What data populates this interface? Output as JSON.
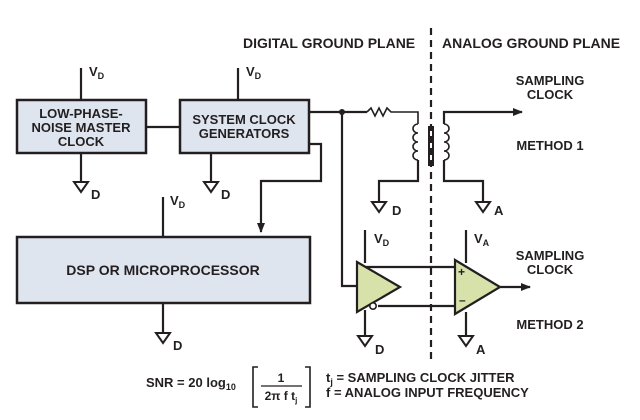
{
  "planes": {
    "digital": "DIGITAL GROUND PLANE",
    "analog": "ANALOG GROUND PLANE"
  },
  "blocks": {
    "master_clock": [
      "LOW-PHASE-",
      "NOISE MASTER",
      "CLOCK"
    ],
    "system_clock": [
      "SYSTEM CLOCK",
      "GENERATORS"
    ],
    "dsp": "DSP OR MICROPROCESSOR"
  },
  "supply": {
    "v": "V",
    "d_sub": "D",
    "a_sub": "A"
  },
  "ground": {
    "digital": "D",
    "analog": "A"
  },
  "outputs": {
    "method1_label": [
      "SAMPLING",
      "CLOCK"
    ],
    "method1_name": "METHOD 1",
    "method2_label": [
      "SAMPLING",
      "CLOCK"
    ],
    "method2_name": "METHOD 2"
  },
  "amp_pins": {
    "plus": "+",
    "minus": "–"
  },
  "formula": {
    "lhs": "SNR = 20 log",
    "log_base": "10",
    "numerator": "1",
    "denominator_prefix": "2π f t",
    "denominator_sub": "j"
  },
  "legend": {
    "tj_symbol": "t",
    "tj_sub": "j",
    "tj_text": " = SAMPLING CLOCK JITTER",
    "f_text": "f = ANALOG INPUT FREQUENCY"
  }
}
